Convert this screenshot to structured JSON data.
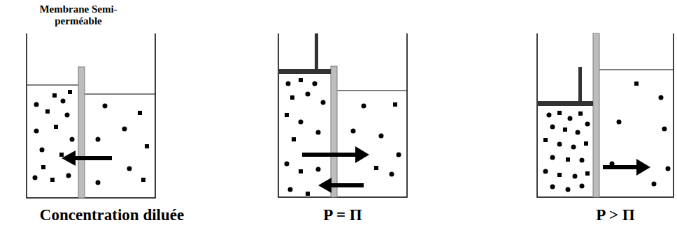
{
  "diagram": {
    "labels": [
      "Membrane Semi-perméable",
      "Concentration diluée",
      "P = Π",
      "P > Π"
    ]
  }
}
